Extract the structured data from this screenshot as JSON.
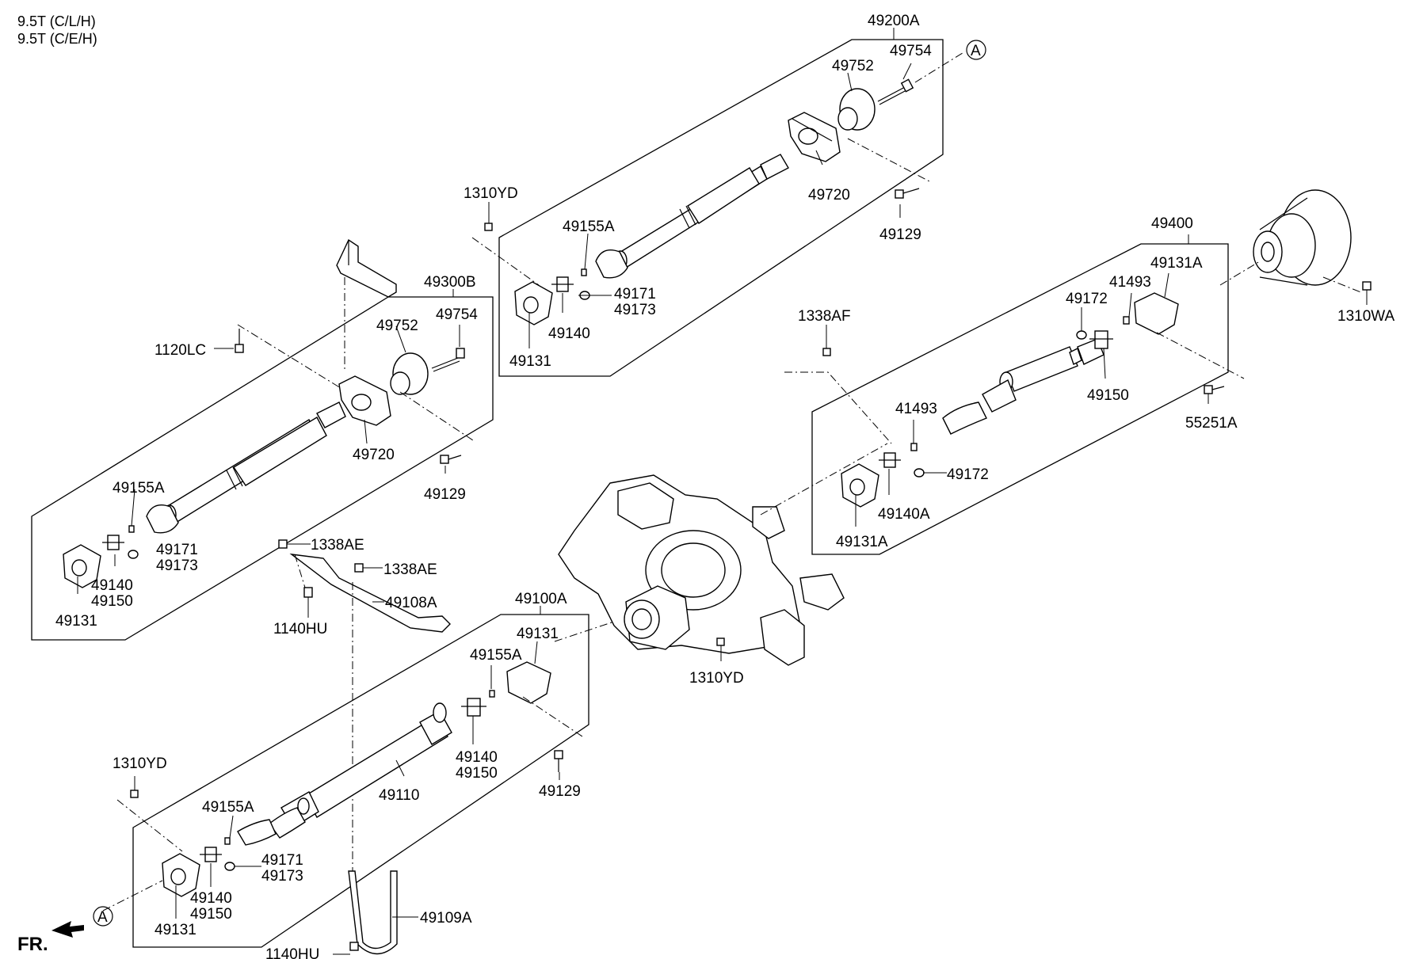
{
  "header": {
    "line1": "9.5T (C/L/H)",
    "line2": "9.5T (C/E/H)"
  },
  "front_marker": "FR.",
  "ref_marker": "A",
  "labels": {
    "p49200A": "49200A",
    "p49754_top": "49754",
    "p49752_top": "49752",
    "p49720_top": "49720",
    "p49129_top": "49129",
    "p1310YD_top": "1310YD",
    "p49155A_top": "49155A",
    "p49171_top": "49171",
    "p49173_top": "49173",
    "p49140_top": "49140",
    "p49131_top": "49131",
    "p49300B": "49300B",
    "p49754_left": "49754",
    "p49752_left": "49752",
    "p1120LC": "1120LC",
    "p49720_left": "49720",
    "p49129_left": "49129",
    "p49155A_left": "49155A",
    "p49171_left": "49171",
    "p49173_left": "49173",
    "p49140_left": "49140",
    "p49150_left": "49150",
    "p49131_left": "49131",
    "p1338AE_a": "1338AE",
    "p1338AE_b": "1338AE",
    "p49108A": "49108A",
    "p1140HU_mid": "1140HU",
    "p49100A": "49100A",
    "p49131_bot": "49131",
    "p49155A_bot": "49155A",
    "p49140_bot": "49140",
    "p49150_bot": "49150",
    "p49129_bot": "49129",
    "p49110": "49110",
    "p1310YD_left": "1310YD",
    "p49155A_low": "49155A",
    "p49171_low": "49171",
    "p49173_low": "49173",
    "p49140_low": "49140",
    "p49150_low": "49150",
    "p49131_low": "49131",
    "p49109A": "49109A",
    "p1140HU_bot": "1140HU",
    "p1310YD_axle": "1310YD",
    "p49400": "49400",
    "p49131A_top": "49131A",
    "p41493_top": "41493",
    "p49172_top": "49172",
    "p49150_right": "49150",
    "p55251A": "55251A",
    "p1310WA": "1310WA",
    "p1338AF": "1338AF",
    "p41493_mid": "41493",
    "p49172_mid": "49172",
    "p49140A": "49140A",
    "p49131A_mid": "49131A"
  }
}
